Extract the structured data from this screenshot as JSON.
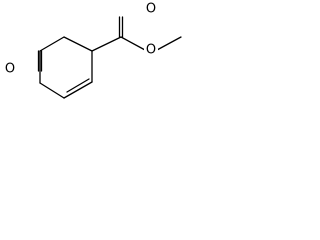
{
  "molecule": {
    "atom_labels": {
      "ketone_oxygen": "O",
      "carbonyl_oxygen": "O",
      "ester_oxygen": "O"
    },
    "bond_color": "#000000",
    "background_color": "#ffffff"
  }
}
